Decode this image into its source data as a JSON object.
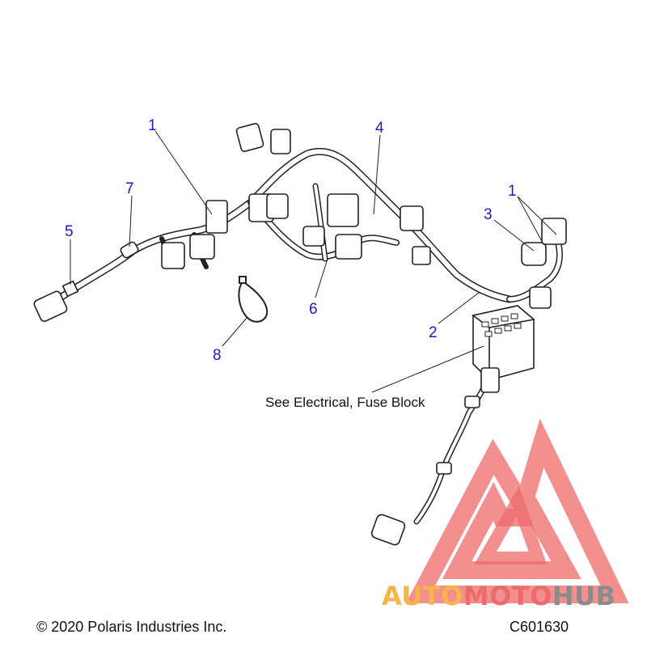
{
  "callouts": [
    {
      "label": "1"
    },
    {
      "label": "7"
    },
    {
      "label": "5"
    },
    {
      "label": "4"
    },
    {
      "label": "1"
    },
    {
      "label": "3"
    },
    {
      "label": "6"
    },
    {
      "label": "2"
    },
    {
      "label": "8"
    }
  ],
  "note": "See Electrical, Fuse Block",
  "footer": {
    "copyright": "© 2020 Polaris Industries Inc.",
    "drawing_id": "C601630"
  },
  "watermark": {
    "part1": "AUTO",
    "part2": "MOTO",
    "part3": "HUB",
    "color_orange": "#f6b54a",
    "color_red": "#ee6b6b",
    "color_gray": "#8c8c8c"
  },
  "colors": {
    "callout": "#1a1acc",
    "line_art": "#222222"
  }
}
